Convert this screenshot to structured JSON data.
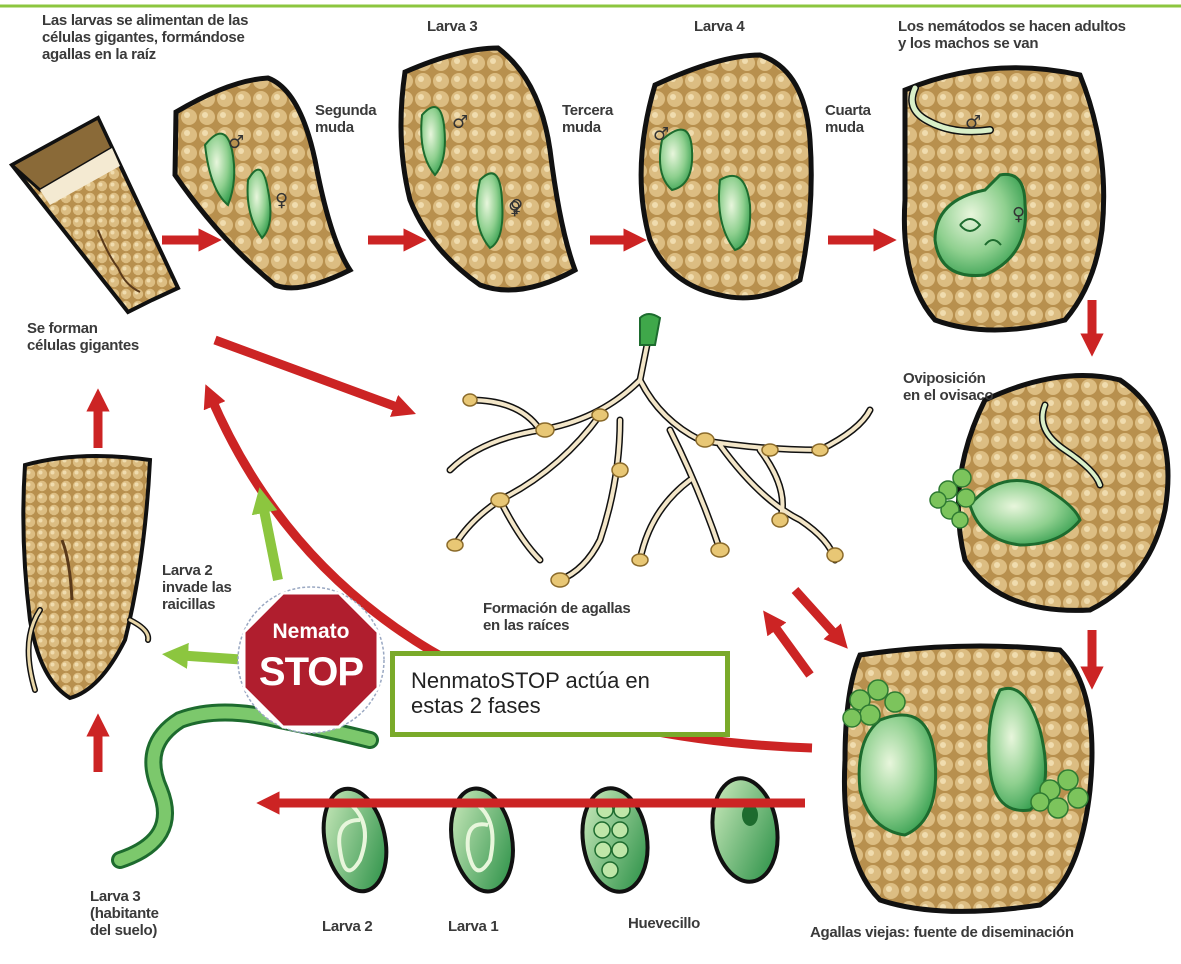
{
  "labels": {
    "feed": "Las larvas se alimentan de las\ncélulas gigantes, formándose\nagallas en la raíz",
    "larva3_top": "Larva 3",
    "larva4_top": "Larva 4",
    "adults": "Los nemátodos se hacen adultos\ny los machos se van",
    "molt2": "Segunda\nmuda",
    "molt3": "Tercera\nmuda",
    "molt4": "Cuarta\nmuda",
    "giant_cells": "Se forman\ncélulas gigantes",
    "oviposition": "Oviposición\nen el ovisaco",
    "larva2_invades": "Larva 2\ninvade las\nraicillas",
    "root_galls": "Formación de agallas\nen las raíces",
    "larva3_soil": "Larva 3\n(habitante\ndel suelo)",
    "larva2_bottom": "Larva 2",
    "larva1_bottom": "Larva 1",
    "egg": "Huevecillo",
    "old_galls": "Agallas viejas: fuente de diseminación"
  },
  "symbols": {
    "male": "♂",
    "female": "♀"
  },
  "stop_sign": {
    "line1": "Nemato",
    "line2": "STOP"
  },
  "callout": {
    "text": "NenmatoSTOP actúa en\nestas 2 fases"
  },
  "colors": {
    "flow_arrow": "#cc2424",
    "product_arrow": "#8cc63f",
    "callout_border": "#7aaa2a",
    "stop_sign": "#b01e2e",
    "tissue": "#d8b77a",
    "nematode": "#4aa85a"
  },
  "icons": [
    "male-symbol-icon",
    "female-symbol-icon",
    "stop-sign-icon"
  ]
}
